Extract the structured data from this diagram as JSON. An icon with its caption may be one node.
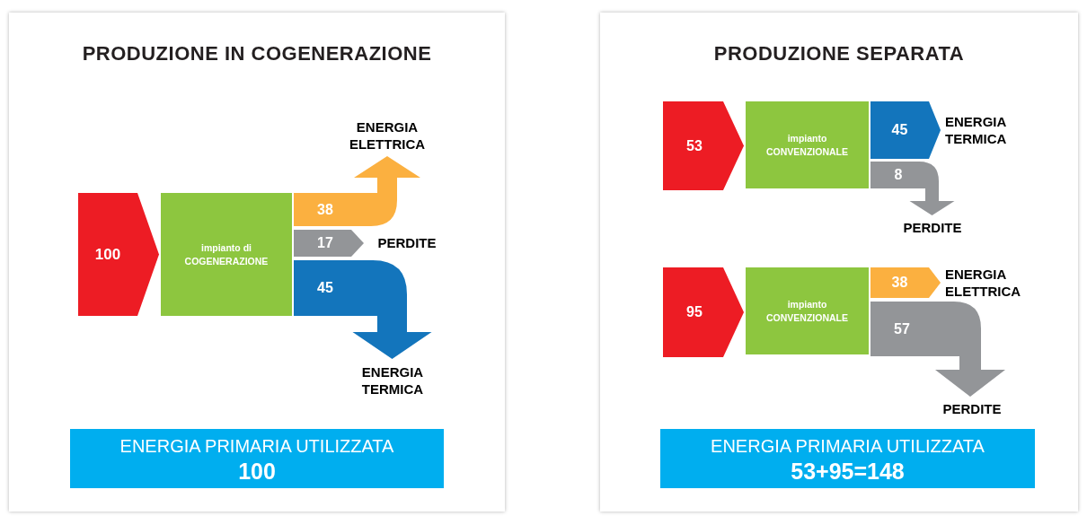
{
  "diagram": {
    "nodes": [
      {
        "text": [
          "PRODUZIONE IN COGENERAZIONE"
        ]
      },
      {
        "text": [
          "impianto di COGENERAZIONE"
        ],
        "in": 0
      },
      {
        "text": [
          "ENERGIA ELETTRICA"
        ],
        "in": 0
      },
      {
        "text": [
          "PERDITE"
        ],
        "in": 0
      },
      {
        "text": [
          "ENERGIA TERMICA"
        ],
        "in": 0
      },
      {
        "text": [
          "ENERGIA PRIMARIA UTILIZZATA",
          "100"
        ],
        "in": 0
      },
      {
        "text": [
          "PRODUZIONE SEPARATA"
        ]
      },
      {
        "text": [
          "impianto CONVENZIONALE"
        ],
        "in": 6
      },
      {
        "text": [
          "ENERGIA TERMICA"
        ],
        "in": 6
      },
      {
        "text": [
          "PERDITE"
        ],
        "in": 6
      },
      {
        "text": [
          "impianto CONVENZIONALE"
        ],
        "in": 6
      },
      {
        "text": [
          "ENERGIA ELETTRICA"
        ],
        "in": 6
      },
      {
        "text": [
          "PERDITE"
        ],
        "in": 6
      },
      {
        "text": [
          "ENERGIA PRIMARIA UTILIZZATA",
          "53+95=148"
        ],
        "in": 6
      }
    ],
    "edges": [
      {
        "from": null,
        "to": 1,
        "arrow": "to",
        "label": "100",
        "style": "thick",
        "color": "#ed1c24"
      },
      {
        "from": 1,
        "to": 2,
        "arrow": "to",
        "label": "38",
        "style": "thick",
        "color": "#fbb040"
      },
      {
        "from": 1,
        "to": 3,
        "arrow": "to",
        "label": "17",
        "style": "thick",
        "color": "#939598"
      },
      {
        "from": 1,
        "to": 4,
        "arrow": "to",
        "label": "45",
        "style": "thick",
        "color": "#1375bc"
      },
      {
        "from": null,
        "to": 7,
        "arrow": "to",
        "label": "53",
        "style": "thick",
        "color": "#ed1c24"
      },
      {
        "from": 7,
        "to": 8,
        "arrow": "to",
        "label": "45",
        "style": "thick",
        "color": "#1375bc"
      },
      {
        "from": 7,
        "to": 9,
        "arrow": "to",
        "label": "8",
        "style": "thick",
        "color": "#939598"
      },
      {
        "from": null,
        "to": 10,
        "arrow": "to",
        "label": "95",
        "style": "thick",
        "color": "#ed1c24"
      },
      {
        "from": 10,
        "to": 11,
        "arrow": "to",
        "label": "38",
        "style": "thick",
        "color": "#fbb040"
      },
      {
        "from": 10,
        "to": 12,
        "arrow": "to",
        "label": "57",
        "style": "thick",
        "color": "#939598"
      }
    ]
  }
}
